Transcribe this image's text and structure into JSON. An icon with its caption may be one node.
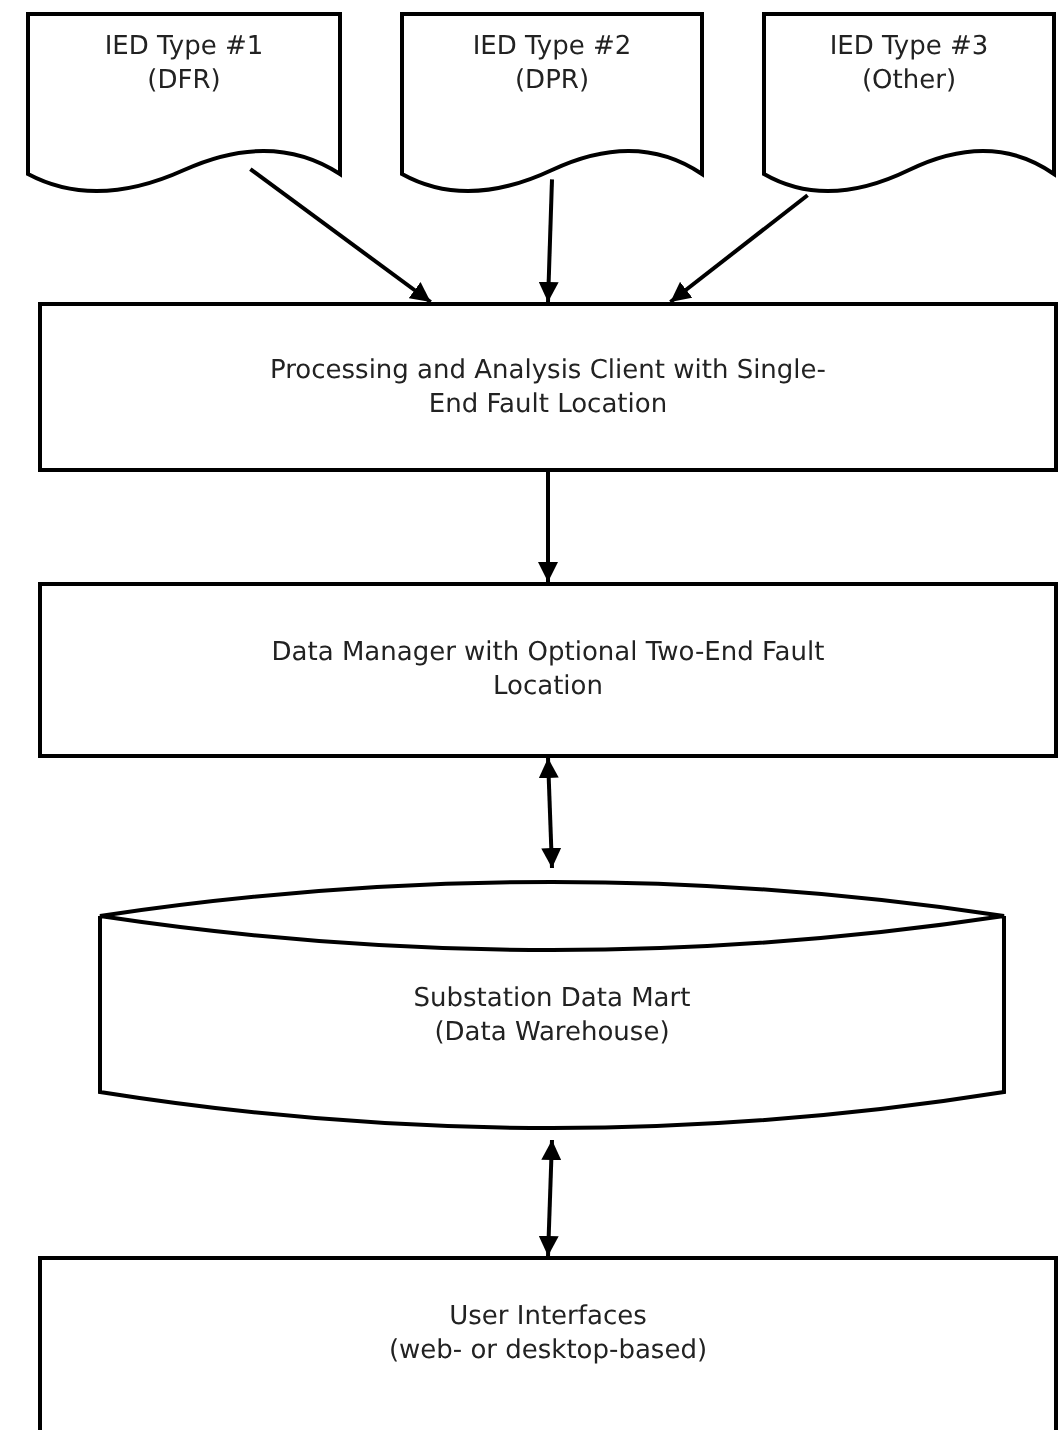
{
  "diagram": {
    "nodes": [
      {
        "text": [
          "IED Type #1",
          "(DFR)"
        ]
      },
      {
        "text": [
          "IED Type #2",
          "(DPR)"
        ]
      },
      {
        "text": [
          "IED Type #3",
          "(Other)"
        ]
      },
      {
        "text": [
          "Processing and Analysis Client with Single-End Fault Location"
        ]
      },
      {
        "text": [
          "Data Manager with Optional Two-End Fault Location"
        ]
      },
      {
        "text": [
          "Substation Data Mart",
          "(Data Warehouse)"
        ]
      },
      {
        "text": [
          "User Interfaces",
          "(web- or desktop-based)"
        ]
      }
    ],
    "edges": [
      {
        "from": 0,
        "to": 3,
        "arrow": "to"
      },
      {
        "from": 1,
        "to": 3,
        "arrow": "to"
      },
      {
        "from": 2,
        "to": 3,
        "arrow": "to"
      },
      {
        "from": 3,
        "to": 4,
        "arrow": "to"
      },
      {
        "from": 4,
        "to": 5,
        "arrow": "both"
      },
      {
        "from": 5,
        "to": 6,
        "arrow": "both"
      }
    ]
  }
}
